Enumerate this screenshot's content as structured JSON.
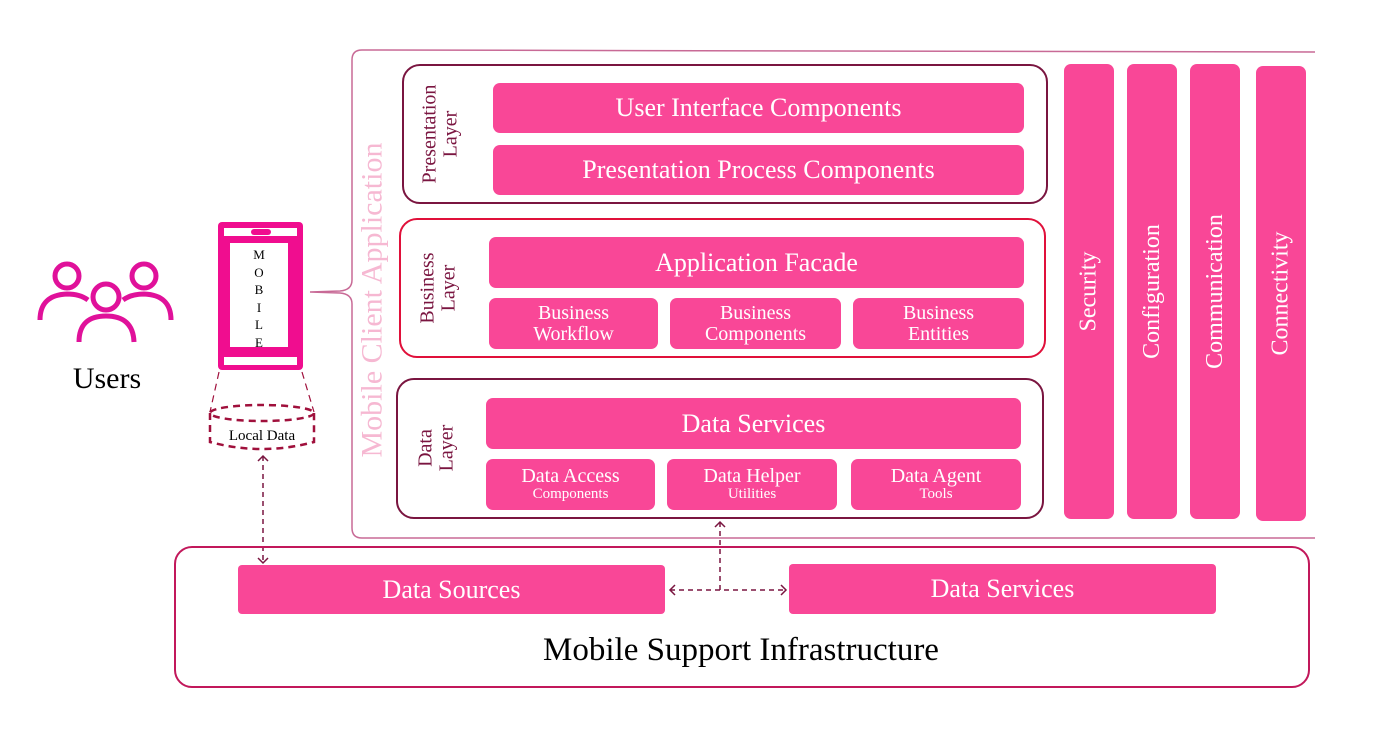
{
  "colors": {
    "accent": "#f94797",
    "border": "#7a1540",
    "business_border": "#e0103a",
    "app_label": "#f6b8d2"
  },
  "users": {
    "label": "Users",
    "icon": "users-icon"
  },
  "mobile": {
    "letters": [
      "M",
      "O",
      "B",
      "I",
      "L",
      "E"
    ],
    "icon": "mobile-phone-icon"
  },
  "local_data": {
    "label": "Local Data",
    "icon": "database-icon"
  },
  "app": {
    "label": "Mobile Client Application"
  },
  "presentation": {
    "label_line1": "Presentation",
    "label_line2": "Layer",
    "items": [
      "User Interface Components",
      "Presentation Process Components"
    ]
  },
  "business": {
    "label_line1": "Business",
    "label_line2": "Layer",
    "facade": "Application Facade",
    "items": [
      {
        "l1": "Business",
        "l2": "Workflow"
      },
      {
        "l1": "Business",
        "l2": "Components"
      },
      {
        "l1": "Business",
        "l2": "Entities"
      }
    ]
  },
  "data": {
    "label_line1": "Data",
    "label_line2": "Layer",
    "services": "Data Services",
    "items": [
      {
        "l1": "Data Access",
        "l2": "Components"
      },
      {
        "l1": "Data Helper",
        "l2": "Utilities"
      },
      {
        "l1": "Data Agent",
        "l2": "Tools"
      }
    ]
  },
  "crosscutting": [
    "Security",
    "Configuration",
    "Communication",
    "Connectivity"
  ],
  "infrastructure": {
    "title": "Mobile Support Infrastructure",
    "sources": "Data Sources",
    "services": "Data Services"
  }
}
